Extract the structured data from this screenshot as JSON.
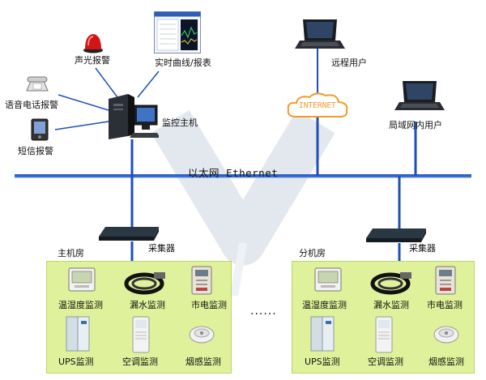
{
  "ethernet_label": "以太网 Ethernet",
  "ethernet_parts": {
    "cn": "以太网",
    "en": "Ethernet"
  },
  "top_nodes": {
    "alarm_light": "声光报警",
    "realtime_chart": "实时曲线/报表",
    "voice_alarm": "语音电话报警",
    "sms_alarm": "短信报警",
    "monitor_host": "监控主机",
    "remote_user": "远程用户",
    "internet": "INTERNET",
    "lan_user": "局域网内用户"
  },
  "rooms": [
    {
      "title": "主机房",
      "collector": "采集器",
      "devices": [
        "温湿度监测",
        "漏水监测",
        "市电监测",
        "UPS监测",
        "空调监测",
        "烟感监测"
      ]
    },
    {
      "title": "分机房",
      "collector": "采集器",
      "devices": [
        "温湿度监测",
        "漏水监测",
        "市电监测",
        "UPS监测",
        "空调监测",
        "烟感监测"
      ]
    }
  ],
  "ellipsis": "......",
  "colors": {
    "room_fill": "#dff29b",
    "line": "#1f4fb8",
    "collector": "#24323f",
    "watermark": "#dfe5ee"
  }
}
